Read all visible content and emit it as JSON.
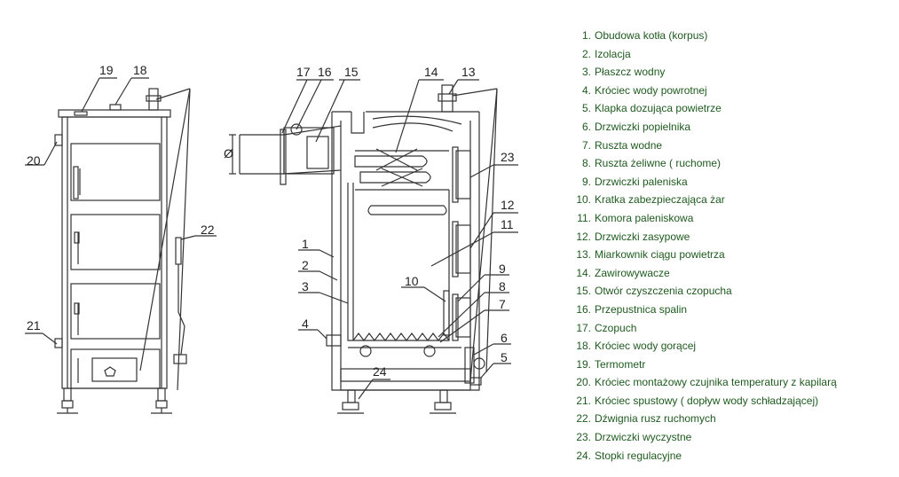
{
  "diagram": {
    "left_view_labels": [
      "19",
      "18",
      "20",
      "22",
      "21"
    ],
    "right_view_labels": [
      "17",
      "16",
      "15",
      "14",
      "13",
      "23",
      "12",
      "11",
      "1",
      "2",
      "3",
      "10",
      "9",
      "8",
      "7",
      "4",
      "6",
      "5",
      "24"
    ],
    "diameter_symbol": "Ø",
    "line_color": "#333333",
    "legend_color": "#1e5a1e"
  },
  "legend": [
    {
      "num": "1.",
      "text": "Obudowa kotła (korpus)"
    },
    {
      "num": "2.",
      "text": "Izolacja"
    },
    {
      "num": "3.",
      "text": "Płaszcz wodny"
    },
    {
      "num": "4.",
      "text": "Króciec wody powrotnej"
    },
    {
      "num": "5.",
      "text": "Klapka dozująca powietrze"
    },
    {
      "num": "6.",
      "text": "Drzwiczki popielnika"
    },
    {
      "num": "7.",
      "text": "Ruszta wodne"
    },
    {
      "num": "8.",
      "text": "Ruszta żeliwne ( ruchome)"
    },
    {
      "num": "9.",
      "text": "Drzwiczki paleniska"
    },
    {
      "num": "10.",
      "text": "Kratka zabezpieczająca żar"
    },
    {
      "num": "11.",
      "text": "Komora paleniskowa"
    },
    {
      "num": "12.",
      "text": "Drzwiczki zasypowe"
    },
    {
      "num": "13.",
      "text": "Miarkownik ciągu powietrza"
    },
    {
      "num": "14.",
      "text": "Zawirowywacze"
    },
    {
      "num": "15.",
      "text": "Otwór czyszczenia czopucha"
    },
    {
      "num": "16.",
      "text": "Przepustnica spalin"
    },
    {
      "num": "17.",
      "text": "Czopuch"
    },
    {
      "num": "18.",
      "text": "Króciec wody gorącej"
    },
    {
      "num": "19.",
      "text": "Termometr"
    },
    {
      "num": "20.",
      "text": "Króciec montażowy czujnika temperatury z kapilarą"
    },
    {
      "num": "21.",
      "text": "Króciec spustowy ( dopływ wody schładzającej)"
    },
    {
      "num": "22.",
      "text": "Dźwignia rusz ruchomych"
    },
    {
      "num": "23.",
      "text": "Drzwiczki wyczystne"
    },
    {
      "num": "24.",
      "text": "Stopki regulacyjne"
    }
  ]
}
